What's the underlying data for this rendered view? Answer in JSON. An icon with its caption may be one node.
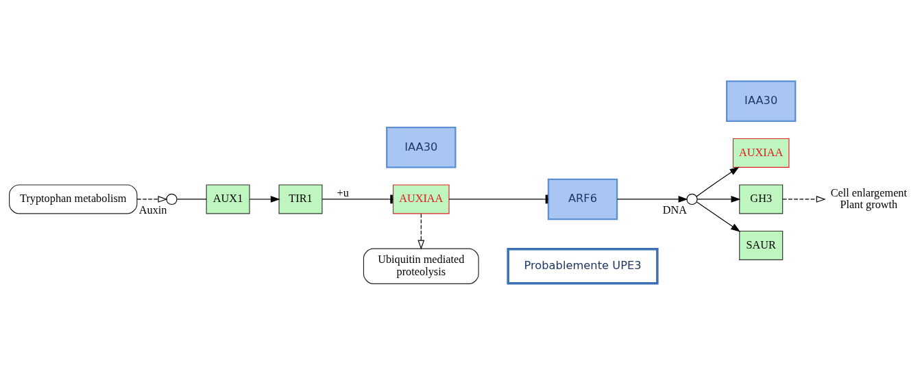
{
  "diagram": {
    "nodes": [
      {
        "text": [
          "Tryptophan metabolism"
        ]
      },
      {
        "text": [],
        "shape": "circle",
        "beside": [
          "Auxin"
        ]
      },
      {
        "text": [
          "AUX1"
        ]
      },
      {
        "text": [
          "TIR1"
        ]
      },
      {
        "text": [
          "IAA30"
        ]
      },
      {
        "text": [
          "AUXIAA"
        ]
      },
      {
        "text": [
          "ARF6"
        ]
      },
      {
        "text": [],
        "shape": "circle",
        "beside": [
          "DNA"
        ]
      },
      {
        "text": [
          "IAA30"
        ]
      },
      {
        "text": [
          "AUXIAA"
        ]
      },
      {
        "text": [
          "GH3"
        ]
      },
      {
        "text": [
          "SAUR"
        ]
      },
      {
        "text": [
          "Cell enlargement Plant growth"
        ]
      },
      {
        "text": [
          "Ubiquitin mediated proteolysis"
        ]
      },
      {
        "text": [
          "Probablemente UPE3"
        ]
      }
    ],
    "edges": [
      {
        "from": 0,
        "to": 1,
        "arrow": "to",
        "style": "dashed"
      },
      {
        "from": 1,
        "to": 2,
        "arrow": "none"
      },
      {
        "from": 2,
        "to": 3,
        "arrow": "to"
      },
      {
        "from": 3,
        "to": 5,
        "arrow": "other",
        "label": "+u"
      },
      {
        "from": 5,
        "to": 6,
        "arrow": "other"
      },
      {
        "from": 6,
        "to": 7,
        "arrow": "to"
      },
      {
        "from": 7,
        "to": 9,
        "arrow": "to"
      },
      {
        "from": 7,
        "to": 10,
        "arrow": "to"
      },
      {
        "from": 7,
        "to": 11,
        "arrow": "to"
      },
      {
        "from": 10,
        "to": 12,
        "arrow": "to",
        "style": "dashed"
      },
      {
        "from": 5,
        "to": 13,
        "arrow": "to",
        "style": "dashed"
      }
    ]
  }
}
